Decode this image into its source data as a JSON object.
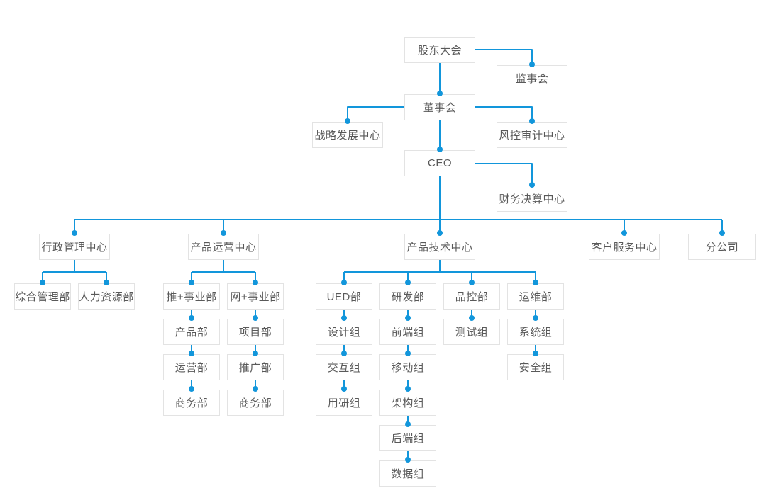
{
  "diagram": {
    "type": "org-chart",
    "background_color": "#ffffff",
    "line_color": "#1296db",
    "node_border_color": "#e3e3e3",
    "node_text_color": "#595959"
  },
  "nodes": {
    "gudong_dahui": {
      "label": "股东大会"
    },
    "jianshihui": {
      "label": "监事会"
    },
    "dongshihui": {
      "label": "董事会"
    },
    "zhanlve_fazhan": {
      "label": "战略发展中心"
    },
    "fengkong_shenji": {
      "label": "风控审计中心"
    },
    "ceo": {
      "label": "CEO"
    },
    "caiwu_juesuan": {
      "label": "财务决算中心"
    },
    "xingzheng_guanli": {
      "label": "行政管理中心"
    },
    "chanpin_yunying": {
      "label": "产品运营中心"
    },
    "chanpin_jishu": {
      "label": "产品技术中心"
    },
    "kehu_fuwu": {
      "label": "客户服务中心"
    },
    "fengongsi": {
      "label": "分公司"
    },
    "zonghe_guanli": {
      "label": "综合管理部"
    },
    "renli_ziyuan": {
      "label": "人力资源部"
    },
    "tui_shiyebu": {
      "label": "推+事业部"
    },
    "wang_shiyebu": {
      "label": "网+事业部"
    },
    "chanpinbu": {
      "label": "产品部"
    },
    "xiangmubu": {
      "label": "项目部"
    },
    "yunyingbu": {
      "label": "运营部"
    },
    "tuiguangbu": {
      "label": "推广部"
    },
    "shangwubu_1": {
      "label": "商务部"
    },
    "shangwubu_2": {
      "label": "商务部"
    },
    "ued_bu": {
      "label": "UED部"
    },
    "yanfabu": {
      "label": "研发部"
    },
    "pinkongbu": {
      "label": "品控部"
    },
    "yunweibu": {
      "label": "运维部"
    },
    "shejizu": {
      "label": "设计组"
    },
    "qianduanzu": {
      "label": "前端组"
    },
    "ceshizu": {
      "label": "测试组"
    },
    "xitongzu": {
      "label": "系统组"
    },
    "jiaohuzu": {
      "label": "交互组"
    },
    "yidongzu": {
      "label": "移动组"
    },
    "anquanzu": {
      "label": "安全组"
    },
    "yongyanzu": {
      "label": "用研组"
    },
    "jiagouzu": {
      "label": "架构组"
    },
    "houduanzu": {
      "label": "后端组"
    },
    "shujuzu": {
      "label": "数据组"
    }
  },
  "hierarchy": {
    "gudong_dahui": [
      "jianshihui",
      "dongshihui"
    ],
    "dongshihui": [
      "zhanlve_fazhan",
      "fengkong_shenji",
      "ceo"
    ],
    "ceo": [
      "caiwu_juesuan",
      "xingzheng_guanli",
      "chanpin_yunying",
      "chanpin_jishu",
      "kehu_fuwu",
      "fengongsi"
    ],
    "xingzheng_guanli": [
      "zonghe_guanli",
      "renli_ziyuan"
    ],
    "chanpin_yunying": [
      "tui_shiyebu",
      "wang_shiyebu"
    ],
    "tui_shiyebu": [
      "chanpinbu"
    ],
    "chanpinbu": [
      "yunyingbu"
    ],
    "yunyingbu": [
      "shangwubu_1"
    ],
    "wang_shiyebu": [
      "xiangmubu"
    ],
    "xiangmubu": [
      "tuiguangbu"
    ],
    "tuiguangbu": [
      "shangwubu_2"
    ],
    "chanpin_jishu": [
      "ued_bu",
      "yanfabu",
      "pinkongbu",
      "yunweibu"
    ],
    "ued_bu": [
      "shejizu"
    ],
    "shejizu": [
      "jiaohuzu"
    ],
    "jiaohuzu": [
      "yongyanzu"
    ],
    "yanfabu": [
      "qianduanzu"
    ],
    "qianduanzu": [
      "yidongzu"
    ],
    "yidongzu": [
      "jiagouzu"
    ],
    "jiagouzu": [
      "houduanzu"
    ],
    "houduanzu": [
      "shujuzu"
    ],
    "pinkongbu": [
      "ceshizu"
    ],
    "yunweibu": [
      "xitongzu"
    ],
    "xitongzu": [
      "anquanzu"
    ]
  }
}
